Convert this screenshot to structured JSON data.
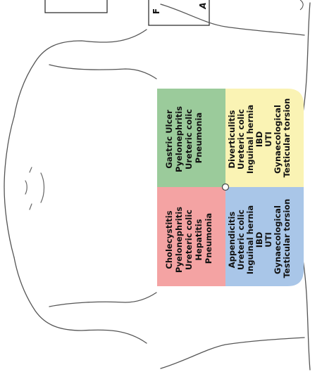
{
  "top_fragments": {
    "label_a": "F",
    "label_b": "A"
  },
  "quadrants": {
    "right_upper": {
      "color": "#f4a3a3",
      "items": [
        "Cholecystitis",
        "Pyelonephritis",
        "Ureteric colic",
        "Hepatitis",
        "Pneumonia"
      ]
    },
    "left_upper": {
      "color": "#9bcb9b",
      "items": [
        "Gastric Ulcer",
        "Pyelonephritis",
        "Ureteric colic",
        "Pneumonia"
      ]
    },
    "right_lower": {
      "color": "#a9c6e8",
      "items": [
        "Appendicitis",
        "Ureteric colic",
        "Inguinal hernia",
        "IBD",
        "UTI",
        "",
        "Gynaecological",
        "Testicular torsion"
      ]
    },
    "left_lower": {
      "color": "#faf3b4",
      "items": [
        "Diverticulitis",
        "Ureteric colic",
        "Inguinal hernia",
        "IBD",
        "UTI",
        "",
        "Gynaecological",
        "Testicular torsion"
      ]
    }
  }
}
